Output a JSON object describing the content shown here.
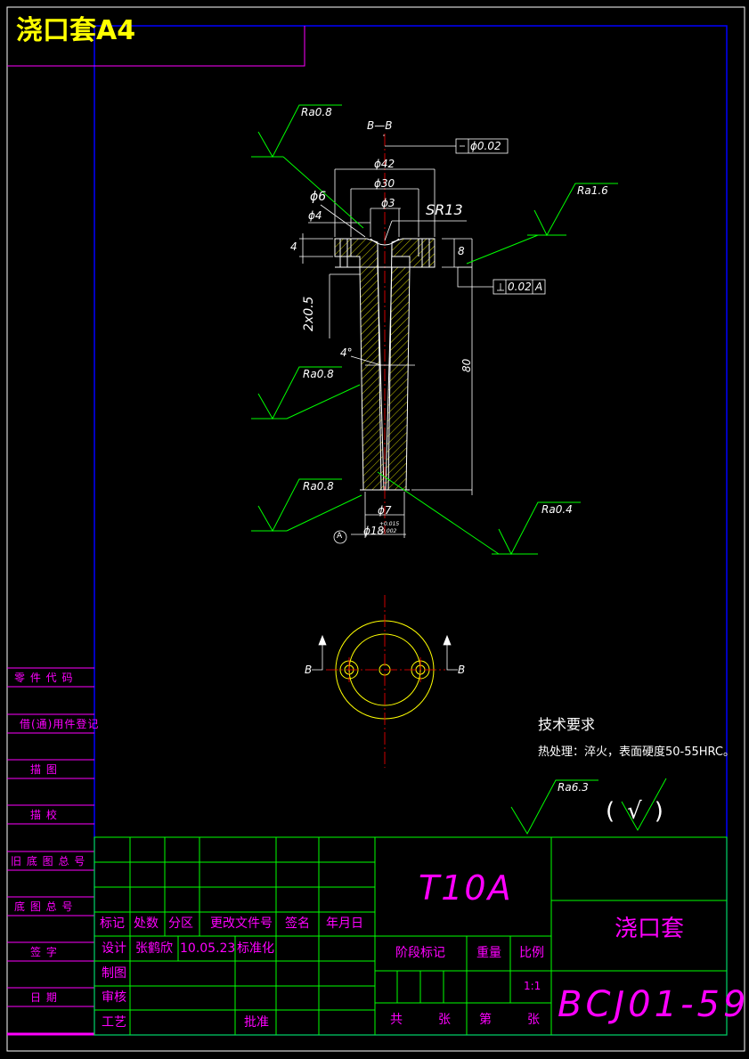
{
  "header": {
    "title": "浇口套A4"
  },
  "section_label": "B—B",
  "dimensions": {
    "d42": "ϕ42",
    "d30": "ϕ30",
    "d6": "ϕ6",
    "d4": "ϕ4",
    "d3": "ϕ3",
    "sr13": "SR13",
    "h4": "4",
    "h8": "8",
    "chamfer": "2x0.5",
    "angle": "4°",
    "len80": "80",
    "d7": "ϕ7",
    "d18": "ϕ18",
    "d18_tol_up": "+0.015",
    "d18_tol_low": "-0.002",
    "datum": "A",
    "view_b_left": "B",
    "view_b_right": "B"
  },
  "tolerances": {
    "runout": "ϕ0.02",
    "perp_value": "0.02",
    "perp_datum": "A"
  },
  "roughness": {
    "ra_top": "Ra0.8",
    "ra_right": "Ra1.6",
    "ra_mid": "Ra0.8",
    "ra_low": "Ra0.8",
    "ra_bore": "Ra0.4",
    "ra_general": "Ra6.3",
    "ra_general_check": "(√)"
  },
  "technical_requirements": {
    "title": "技术要求",
    "line1": "热处理：淬火，表面硬度50-55HRC。"
  },
  "side_panel": [
    "零 件 代 码",
    "借(通)用件登记",
    "描    图",
    "描    校",
    "旧 底 图 总 号",
    "底 图 总 号",
    "签    字",
    "日    期"
  ],
  "title_block": {
    "headers": [
      "标记",
      "处数",
      "分区",
      "更改文件号",
      "签名",
      "年月日"
    ],
    "design_label": "设计",
    "designer": "张鹤欣",
    "date": "10.05.23",
    "standard_label": "标准化",
    "draw_label": "制图",
    "check_label": "审核",
    "process_label": "工艺",
    "approve_label": "批准",
    "material": "T10A",
    "stage_label": "阶段标记",
    "weight_label": "重量",
    "scale_label": "比例",
    "scale_value": "1:1",
    "total_label": "共",
    "sheet_label1": "张",
    "page_label": "第",
    "sheet_label2": "张",
    "part_name": "浇口套",
    "drawing_no": "BCJ01-59"
  }
}
